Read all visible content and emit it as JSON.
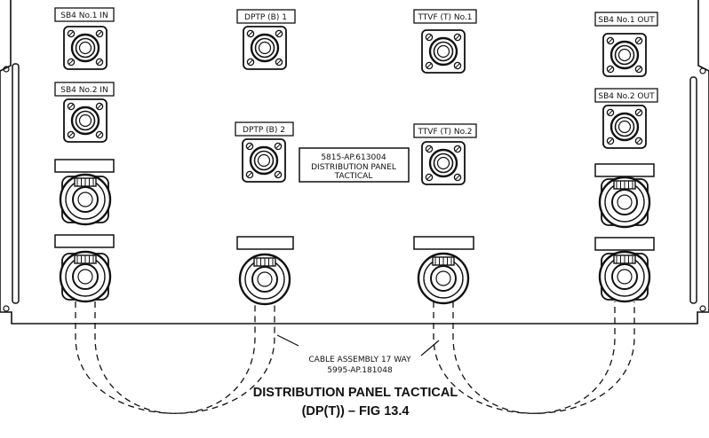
{
  "labels": {
    "sb4_no1_in": "SB4 No.1 IN",
    "sb4_no2_in": "SB4 No.2 IN",
    "dptp_b_1": "DPTP (B) 1",
    "dptp_b_2": "DPTP (B) 2",
    "ttvf_t_no1": "TTVF (T) No.1",
    "ttvf_t_no2": "TTVF (T) No.2",
    "sb4_no1_out": "SB4 No.1 OUT",
    "sb4_no2_out": "SB4 No.2 OUT"
  },
  "nameplate": {
    "line1": "5815-AP.613004",
    "line2": "DISTRIBUTION PANEL",
    "line3": "TACTICAL"
  },
  "cable": {
    "line1": "CABLE ASSEMBLY 17 WAY",
    "line2": "5995-AP.181048"
  },
  "caption": {
    "line1": "DISTRIBUTION PANEL TACTICAL",
    "line2": "(DP(T)) – FIG 13.4"
  }
}
